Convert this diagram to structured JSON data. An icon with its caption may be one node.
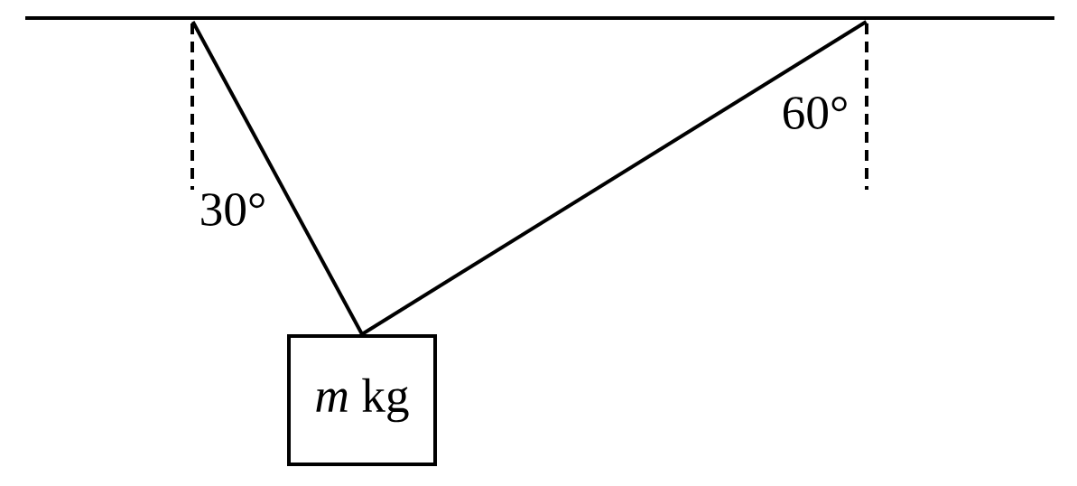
{
  "diagram": {
    "nodes": [
      {
        "text": [],
        "shape": "bar"
      },
      {
        "text": [
          "*m* kg"
        ]
      }
    ],
    "edges": [
      {
        "from": 0,
        "to": 1,
        "arrow": "none"
      },
      {
        "from": 0,
        "to": 1,
        "arrow": "none"
      }
    ],
    "labels": [
      "30°",
      "60°"
    ]
  }
}
